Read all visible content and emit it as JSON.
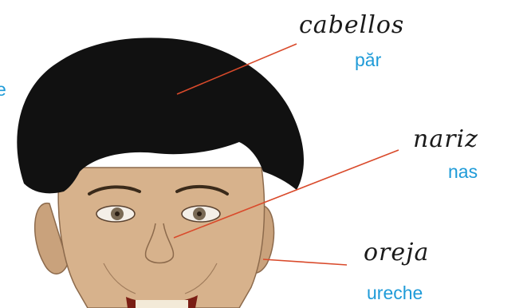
{
  "labels": {
    "hair": {
      "es": "cabellos",
      "ro": "păr"
    },
    "nose": {
      "es": "nariz",
      "ro": "nas"
    },
    "ear": {
      "es": "oreja",
      "ro": "ureche"
    },
    "left_partial": {
      "ro": "e"
    }
  },
  "colors": {
    "hair": "#111111",
    "skin": "#d7b28c",
    "skin_shade": "#b98f6a",
    "leader_line": "#d94a2b",
    "label_spanish": "#1a1a1a",
    "label_romanian": "#1f9bd8",
    "iris": "#7a6a55"
  }
}
